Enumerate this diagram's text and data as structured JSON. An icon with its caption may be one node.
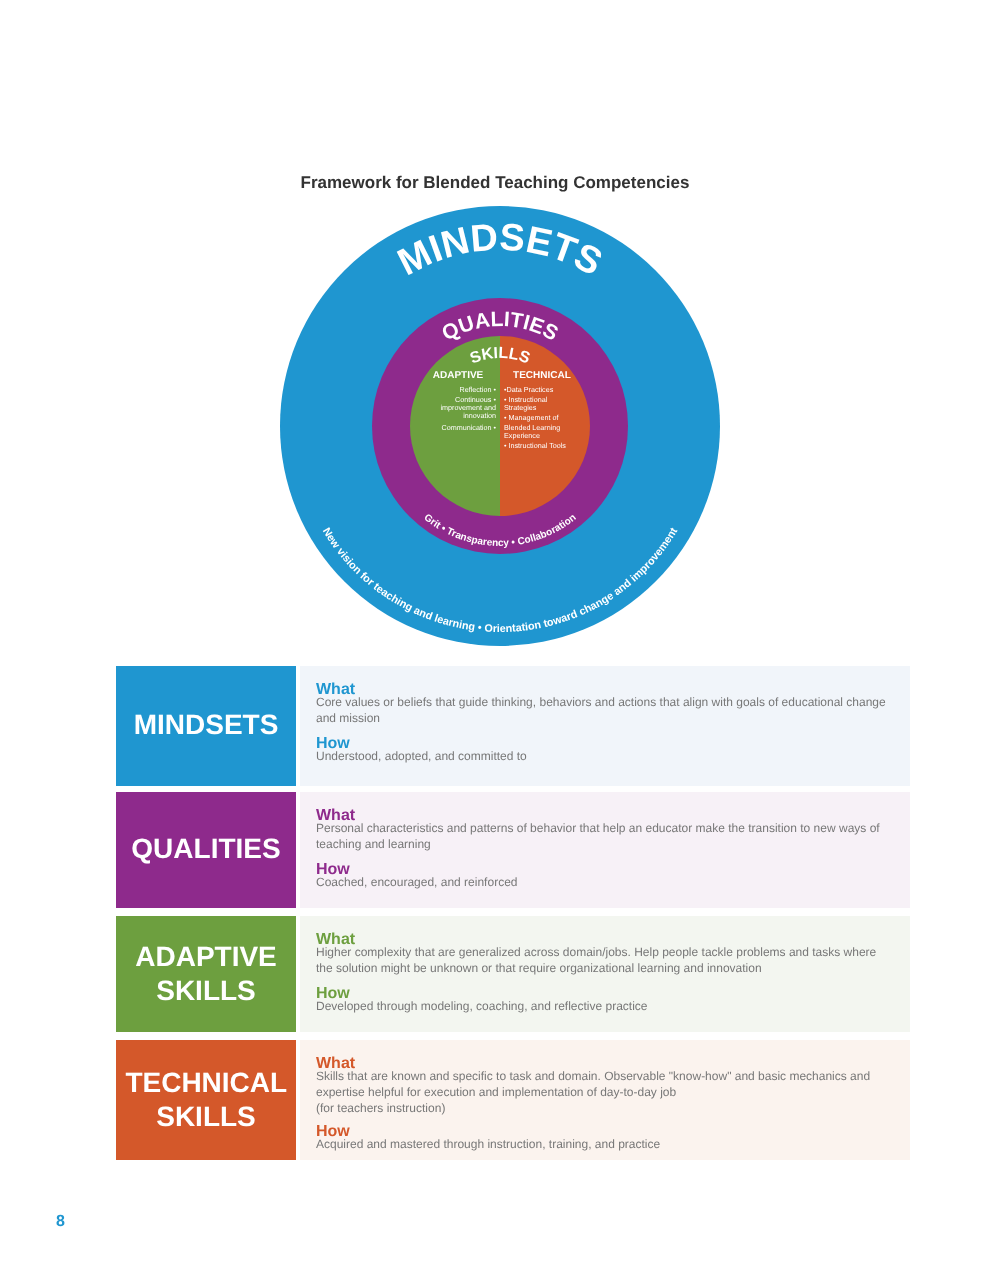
{
  "diagram": {
    "title": "Framework for Blended Teaching Competencies",
    "nodes": [
      {
        "text": [
          "MINDSETS",
          "New vision for teaching and learning • Orientation toward change and improvement"
        ]
      },
      {
        "text": [
          "QUALITIES",
          "Grit • Transparency • Collaboration"
        ],
        "in": 0
      },
      {
        "text": [
          "SKILLS"
        ],
        "in": 1
      },
      {
        "text": [
          "ADAPTIVE",
          "Reflection •",
          "Continuous • improvement and innovation",
          "Communication •"
        ],
        "in": 2
      },
      {
        "text": [
          "TECHNICAL",
          "•Data Practices",
          "• Instructional Strategies",
          "• Management of Blended Learning Experience",
          "• Instructional Tools"
        ],
        "in": 2
      },
      {
        "text": [
          "MINDSETS"
        ]
      },
      {
        "text": [
          "What",
          "Core values or beliefs that guide thinking, behaviors and actions that align with goals of educational change and mission",
          "How",
          "Understood, adopted, and committed to"
        ]
      },
      {
        "text": [
          "QUALITIES"
        ]
      },
      {
        "text": [
          "What",
          "Personal characteristics and patterns of behavior that help an educator make the transition to new ways of teaching and learning",
          "How",
          "Coached, encouraged, and reinforced"
        ]
      },
      {
        "text": [
          "ADAPTIVE SKILLS"
        ]
      },
      {
        "text": [
          "What",
          "Higher complexity that are generalized across domain/jobs. Help people tackle problems and tasks where the solution might be unknown or that require organizational learning and innovation",
          "How",
          "Developed through modeling, coaching, and reflective practice"
        ]
      },
      {
        "text": [
          "TECHNICAL SKILLS"
        ]
      },
      {
        "text": [
          "What",
          "Skills that are known and specific to task and domain. Observable \"know-how\" and basic mechanics and expertise helpful for execution and implementation of day-to-day job",
          "(for teachers instruction)",
          "How",
          "Acquired and mastered through instruction, training, and practice"
        ]
      }
    ],
    "labels": [
      "8"
    ]
  }
}
